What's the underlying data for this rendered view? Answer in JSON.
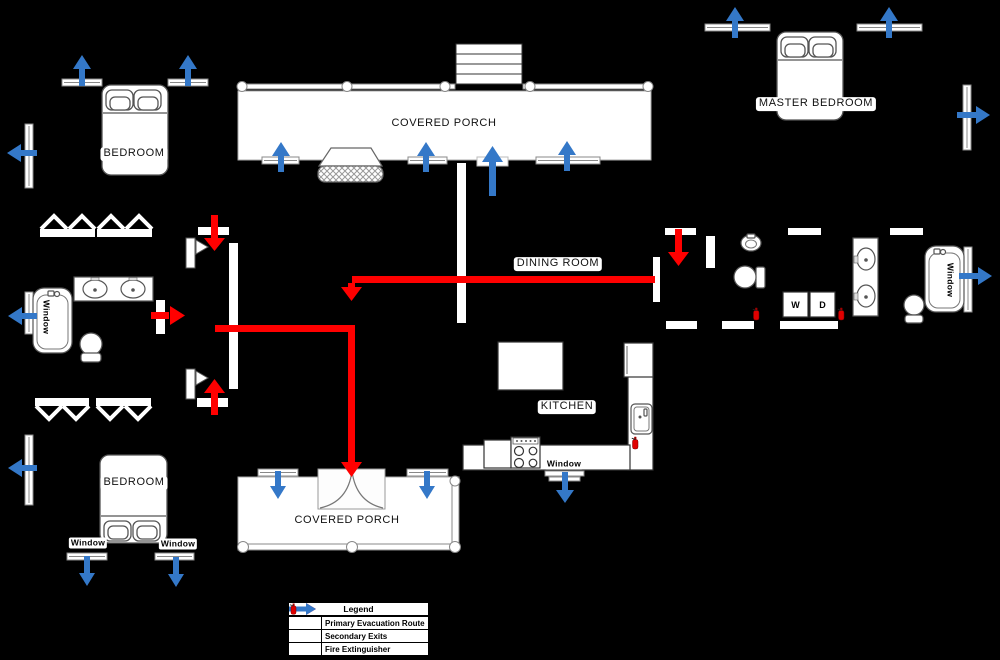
{
  "colors": {
    "background": "#000000",
    "wall": "#ffffff",
    "primary_route": "#ff0000",
    "secondary_exit": "#3478c8"
  },
  "labels": {
    "bedroom_top_left": "BEDROOM",
    "covered_porch_top": "COVERED PORCH",
    "master_bedroom": "MASTER BEDROOM",
    "dining_room": "DINING ROOM",
    "kitchen": "KITCHEN",
    "bedroom_bottom": "BEDROOM",
    "covered_porch_bottom": "COVERED PORCH"
  },
  "window_labels": {
    "bath_left": "Window",
    "bath_right": "Window",
    "kitchen": "Window",
    "bedroom_1": "Window",
    "bedroom_2": "Window"
  },
  "appliances": {
    "washer": "W",
    "dryer": "D"
  },
  "legend": {
    "title": "Legend",
    "items": [
      {
        "icon": "primary-route-arrow",
        "label": "Primary Evacuation Route"
      },
      {
        "icon": "secondary-exit-arrow",
        "label": "Secondary Exits"
      },
      {
        "icon": "fire-extinguisher",
        "label": "Fire Extinguisher"
      }
    ]
  }
}
